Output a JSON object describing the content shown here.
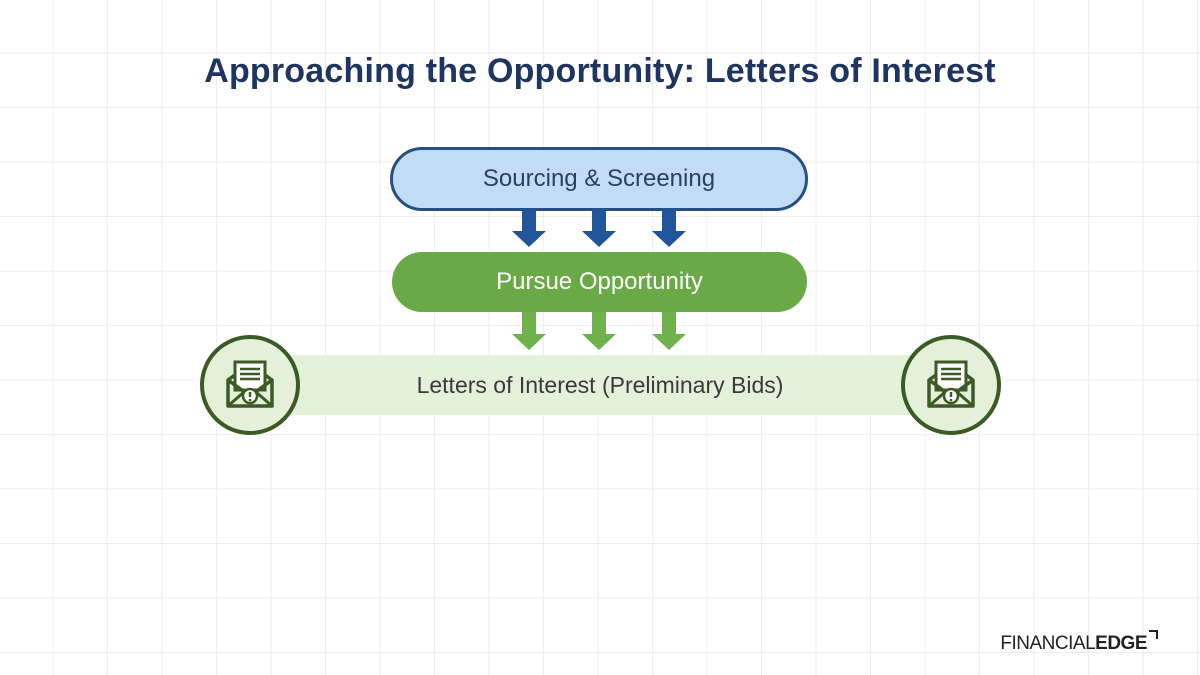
{
  "title": "Approaching the Opportunity: Letters of Interest",
  "stages": {
    "sourcing": "Sourcing & Screening",
    "pursue": "Pursue Opportunity",
    "letters": "Letters of Interest (Preliminary Bids)"
  },
  "icons": {
    "arrow_blue": "down-arrow-icon",
    "arrow_green": "down-arrow-icon",
    "badge": "letter-envelope-icon"
  },
  "colors": {
    "title": "#1f3460",
    "blue_fill": "#c3dcf6",
    "blue_border": "#274f85",
    "blue_arrow": "#22549a",
    "green_fill": "#69aa47",
    "green_arrow": "#6fb14a",
    "band_fill": "#e3f0da",
    "badge_border": "#3c5a26"
  },
  "logo": {
    "part1": "FINANCIAL",
    "part2": "EDGE"
  }
}
